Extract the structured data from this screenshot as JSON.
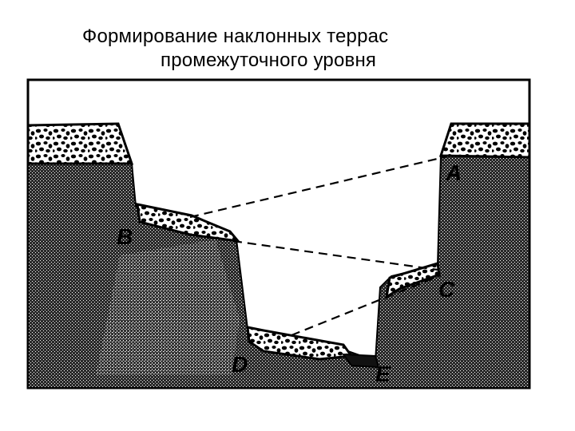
{
  "title": {
    "line1": "Формирование наклонных террас",
    "line2": "промежуточного уровня"
  },
  "labels": {
    "A": "A",
    "B": "B",
    "C": "C",
    "D": "D",
    "E": "E"
  },
  "colors": {
    "ink": "#000000",
    "paper": "#ffffff"
  }
}
